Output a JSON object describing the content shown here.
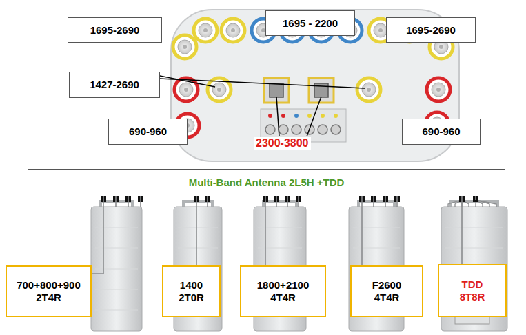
{
  "diagram": {
    "nodes": [
      {
        "text": [
          "1695-2690"
        ]
      },
      {
        "text": [
          "1695 - 2200"
        ]
      },
      {
        "text": [
          "1695-2690"
        ]
      },
      {
        "text": [
          "1427-2690"
        ]
      },
      {
        "text": [
          "690-960"
        ]
      },
      {
        "text": [
          "690-960"
        ]
      },
      {
        "text": [
          "Multi-Band Antenna 2L5H +TDD"
        ]
      },
      {
        "text": [
          "700+800+900",
          "2T4R"
        ]
      },
      {
        "text": [
          "1400",
          "2T0R"
        ]
      },
      {
        "text": [
          "1800+2100",
          "4T4R"
        ]
      },
      {
        "text": [
          "F2600",
          "4T4R"
        ]
      },
      {
        "text": [
          "TDD",
          "8T8R"
        ]
      }
    ],
    "edges": [
      {
        "from": 6,
        "to": 7,
        "arrow": "none"
      },
      {
        "from": 6,
        "to": 8,
        "arrow": "none"
      },
      {
        "from": 6,
        "to": 9,
        "arrow": "none"
      },
      {
        "from": 6,
        "to": 10,
        "arrow": "none"
      },
      {
        "from": 6,
        "to": 11,
        "arrow": "none"
      }
    ],
    "labels": [
      "2300-3800"
    ]
  }
}
